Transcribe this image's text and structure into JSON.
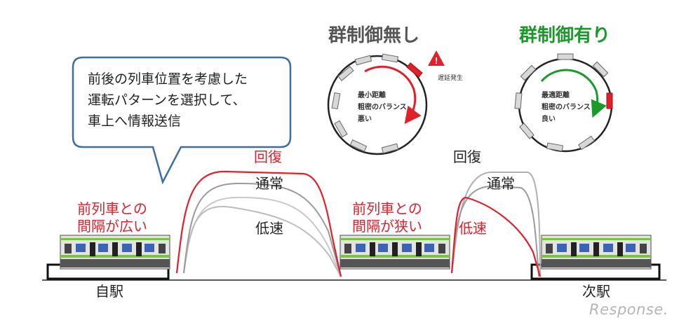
{
  "bubble": {
    "text": "前後の列車位置を考慮した\n運転パターンを選択して、\n車上へ情報送信"
  },
  "left_panel": {
    "title": "群制御無し",
    "title_color": "#555555",
    "text": "最小距離\n粗密のバランス\n悪い",
    "arrow_color": "#e0202a",
    "delay_label": "遅延発生",
    "warning_icon": "warning-icon"
  },
  "right_panel": {
    "title": "群制御有り",
    "title_color": "#1a9a2a",
    "text": "最適距離\n粗密のバランス\n良い",
    "arrow_color": "#1a9a2a"
  },
  "labels": {
    "recovery_1": "回復",
    "normal_1": "通常",
    "slow_1": "低速",
    "gap_wide": "前列車との\n間隔が広い",
    "gap_narrow": "前列車との\n間隔が狭い",
    "recovery_2": "回復",
    "normal_2": "通常",
    "slow_2": "低速",
    "station_own": "自駅",
    "station_next": "次駅"
  },
  "watermark": "Response.",
  "colors": {
    "accent_red": "#e0202a",
    "accent_green": "#1a9a2a",
    "curve_gray_dark": "#9a9a9a",
    "curve_gray_light": "#c8c8c8",
    "bubble_border": "#3a6ea5"
  }
}
